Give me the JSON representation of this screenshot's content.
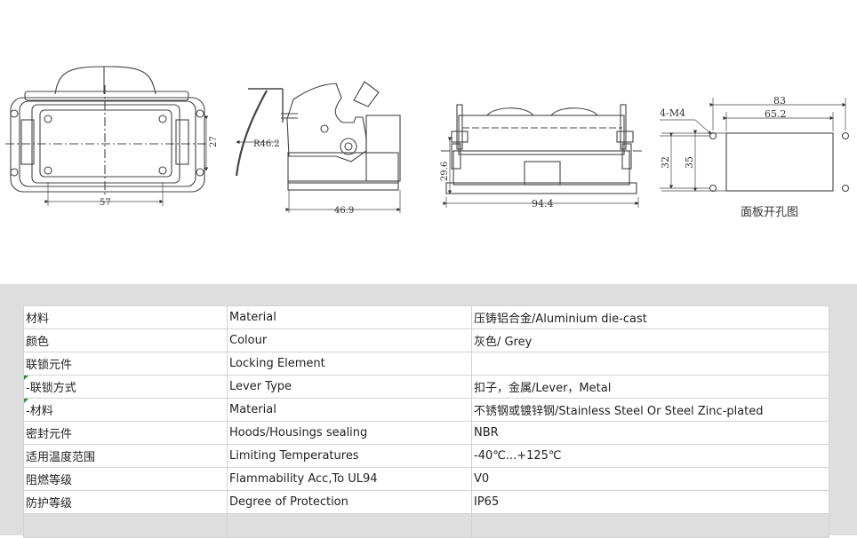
{
  "drawing": {
    "dim_57": "57",
    "dim_27": "27",
    "dim_r46": "R46.2",
    "dim_46_9": "46.9",
    "dim_29_6": "29.6",
    "dim_94_4": "94.4",
    "dim_83": "83",
    "dim_65_2": "65.2",
    "dim_4m4": "4-M4",
    "dim_32": "32",
    "dim_35": "35",
    "panel_caption": "面板开孔图"
  },
  "specs": {
    "rows": [
      {
        "cn": "材料",
        "en": "Material",
        "value": "压铸铝合金/Aluminium die-cast"
      },
      {
        "cn": "颜色",
        "en": "Colour",
        "value": "灰色/ Grey"
      },
      {
        "cn": "联锁元件",
        "en": "Locking Element",
        "value": ""
      },
      {
        "cn": " -联锁方式",
        "en": "Lever Type",
        "value": "扣子，金属/Lever，Metal"
      },
      {
        "cn": " -材料",
        "en": "Material",
        "value": "不锈钢或镀锌钢/Stainless Steel Or Steel Zinc-plated"
      },
      {
        "cn": "密封元件",
        "en": "Hoods/Housings sealing",
        "value": "NBR"
      },
      {
        "cn": "适用温度范围",
        "en": "Limiting Temperatures",
        "value": "-40℃...+125℃"
      },
      {
        "cn": "阻燃等级",
        "en": "Flammability Acc,To UL94",
        "value": "V0"
      },
      {
        "cn": "防护等级",
        "en": "Degree of Protection",
        "value": "IP65"
      }
    ]
  }
}
